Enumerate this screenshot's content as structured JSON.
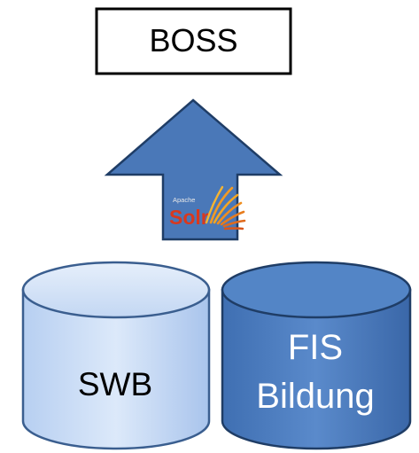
{
  "boss": {
    "label": "BOSS"
  },
  "solr": {
    "prefix": "Apache",
    "name": "Solr"
  },
  "db_swb": {
    "label": "SWB"
  },
  "db_fis": {
    "line1": "FIS",
    "line2": "Bildung"
  },
  "colors": {
    "arrow_fill": "#4a78b8",
    "arrow_stroke": "#1f3d66",
    "swb_fill": "#c9dcf5",
    "swb_stroke": "#3a5e8f",
    "fis_fill": "#4f7fc0",
    "fis_stroke": "#1f3d66",
    "solr_text": "#d9381e",
    "solr_sun": "#f29a23"
  }
}
